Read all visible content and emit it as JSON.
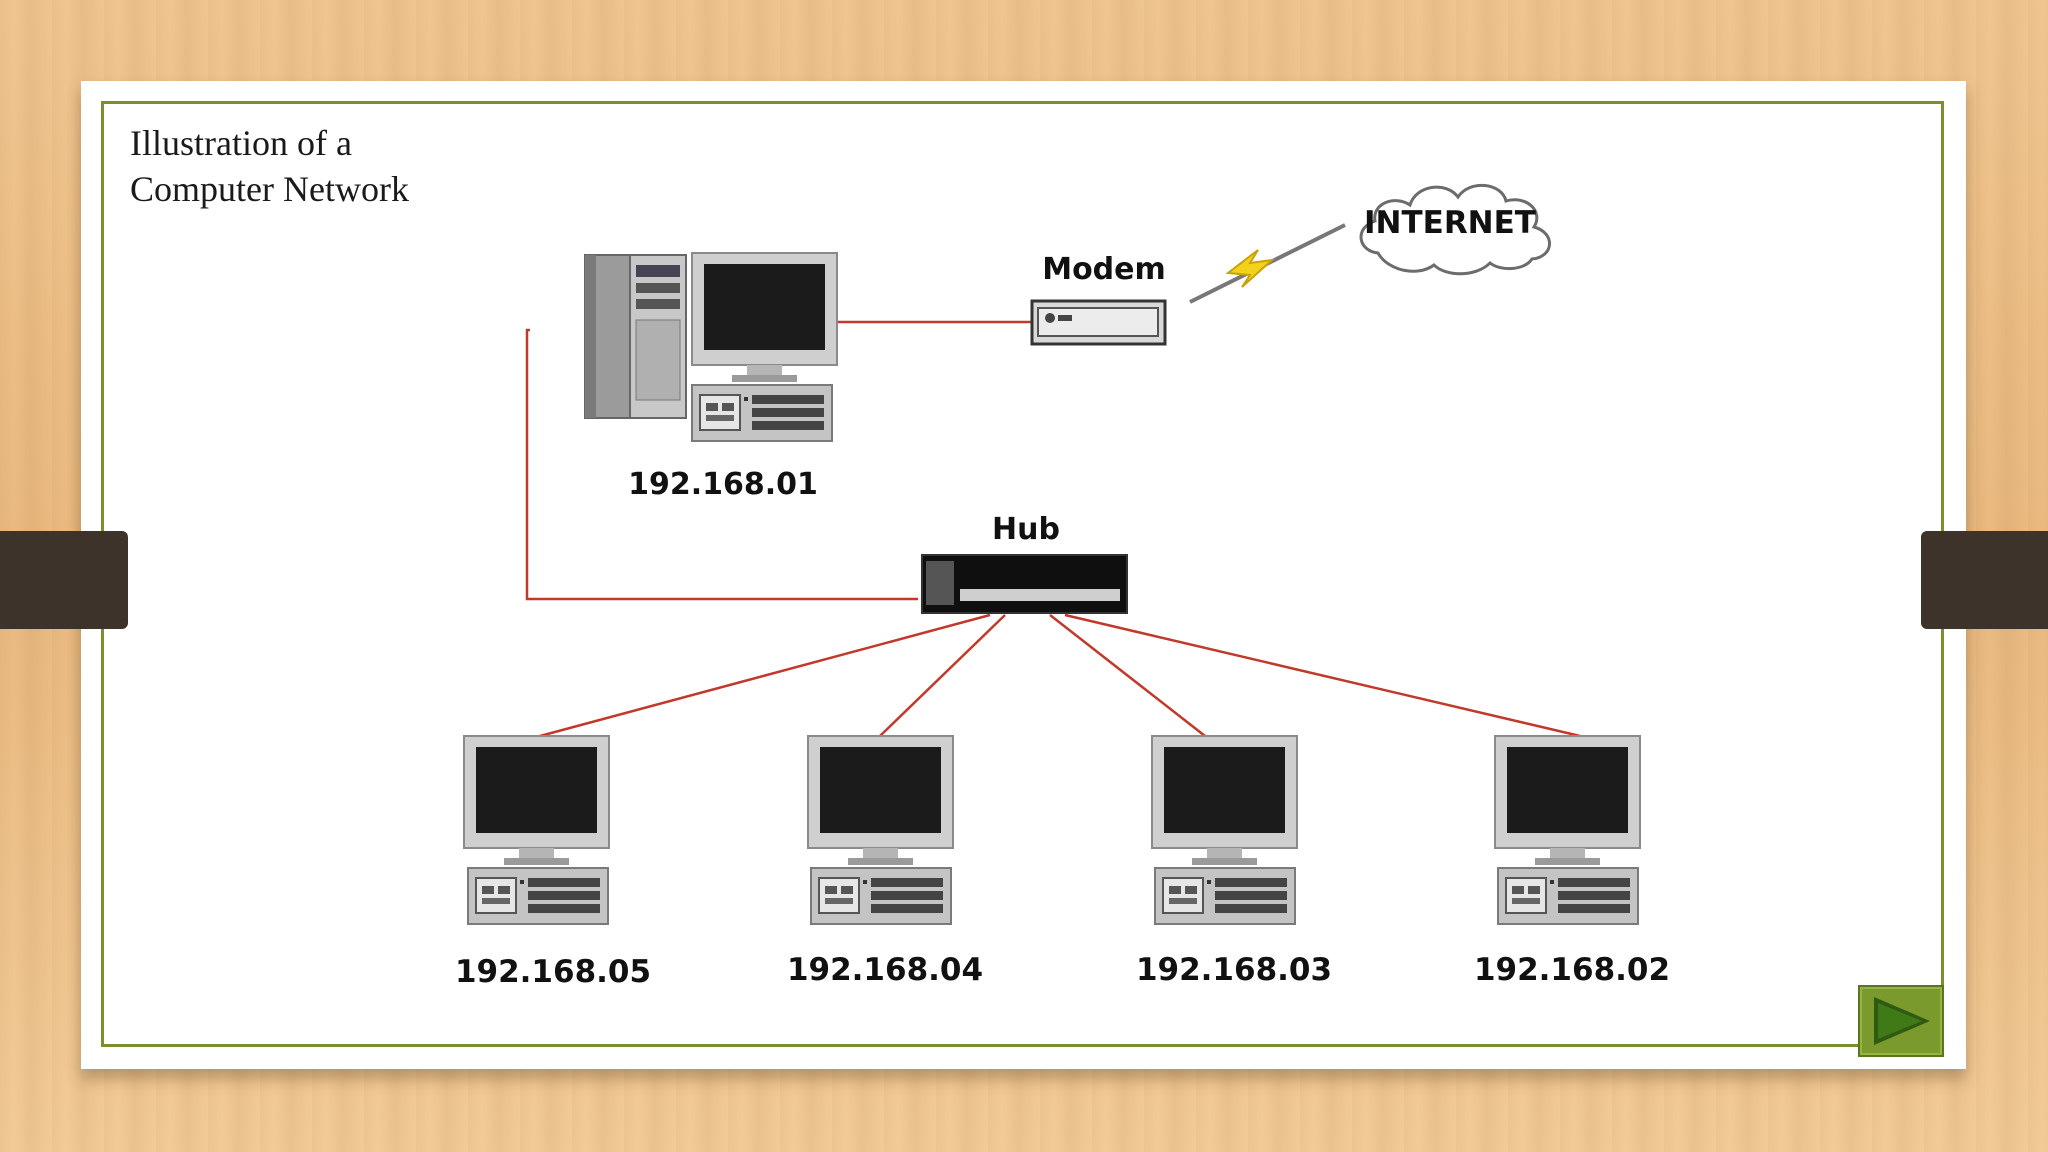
{
  "slide": {
    "title_line1": "Illustration  of  a",
    "title_line2": "Computer Network"
  },
  "diagram": {
    "internet_label": "INTERNET",
    "modem_label": "Modem",
    "hub_label": "Hub",
    "server_ip": "192.168.01",
    "client_ips": [
      "192.168.05",
      "192.168.04",
      "192.168.03",
      "192.168.02"
    ]
  },
  "colors": {
    "frame": "#7a8f2e",
    "link_line": "#c0392b",
    "play_button": "#7a9a2e",
    "lightning": "#f2d21a"
  },
  "controls": {
    "next_icon": "play-icon"
  }
}
